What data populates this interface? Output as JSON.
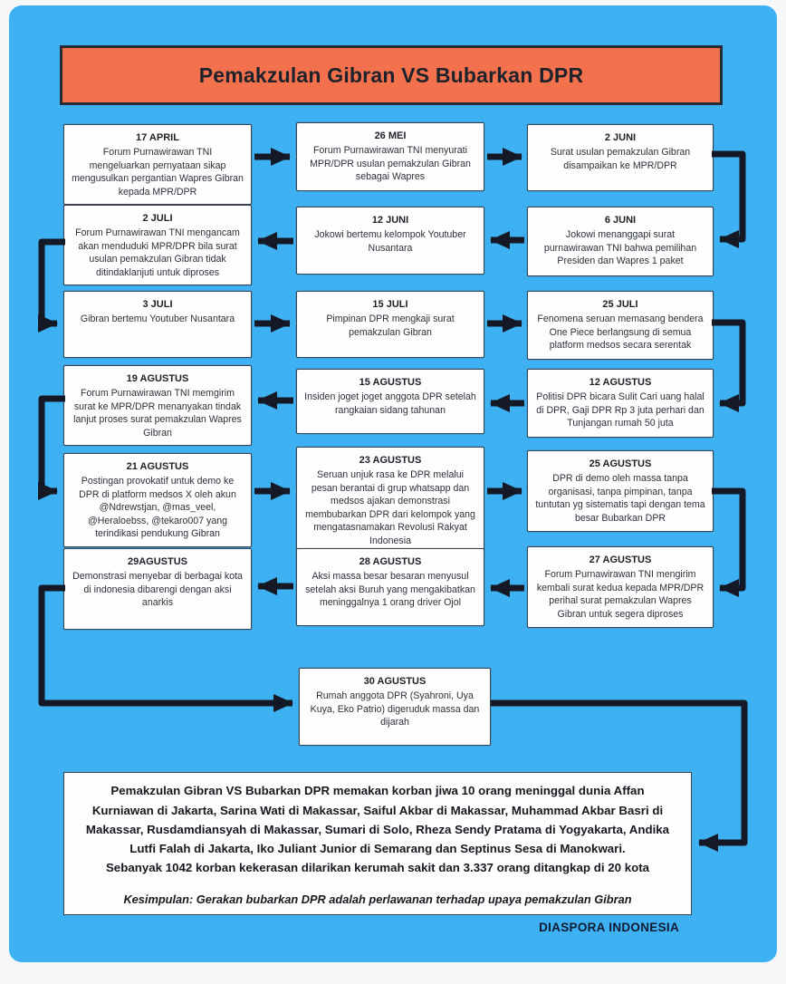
{
  "page": {
    "title": "Pemakzulan Gibran VS Bubarkan DPR",
    "footer": "DIASPORA INDONESIA"
  },
  "colors": {
    "background": "#3eb1f2",
    "banner": "#f3724d",
    "arrow": "#141925",
    "box_border": "#3c4350"
  },
  "timeline": [
    {
      "date": "17 APRIL",
      "text": "Forum Purnawirawan TNI mengeluarkan pernyataan sikap mengusulkan pergantian Wapres Gibran kepada MPR/DPR"
    },
    {
      "date": "26 MEI",
      "text": "Forum Purnawirawan TNI menyurati MPR/DPR usulan pemakzulan Gibran sebagai Wapres"
    },
    {
      "date": "2 JUNI",
      "text": "Surat usulan pemakzulan Gibran disampaikan ke MPR/DPR"
    },
    {
      "date": "6 JUNI",
      "text": "Jokowi menanggapi surat purnawirawan TNI bahwa pemilihan Presiden dan Wapres 1 paket"
    },
    {
      "date": "12 JUNI",
      "text": "Jokowi bertemu kelompok Youtuber Nusantara"
    },
    {
      "date": "2 JULI",
      "text": "Forum Purnawirawan TNI mengancam akan menduduki MPR/DPR bila surat usulan pemakzulan Gibran tidak ditindaklanjuti untuk diproses"
    },
    {
      "date": "3 JULI",
      "text": "Gibran bertemu Youtuber Nusantara"
    },
    {
      "date": "15 JULI",
      "text": "Pimpinan DPR mengkaji surat pemakzulan Gibran"
    },
    {
      "date": "25 JULI",
      "text": "Fenomena seruan memasang bendera One Piece berlangsung di semua platform medsos secara serentak"
    },
    {
      "date": "12 AGUSTUS",
      "text": "Politisi DPR bicara Sulit Cari uang halal di DPR, Gaji DPR Rp 3 juta perhari dan Tunjangan rumah 50 juta"
    },
    {
      "date": "15 AGUSTUS",
      "text": "Insiden joget joget anggota DPR setelah rangkaian sidang tahunan"
    },
    {
      "date": "19 AGUSTUS",
      "text": "Forum Purnawirawan TNI memgirim surat ke MPR/DPR menanyakan tindak lanjut proses surat pemakzulan Wapres Gibran"
    },
    {
      "date": "21 AGUSTUS",
      "text": "Postingan provokatif untuk demo ke DPR di platform medsos X oleh akun @Ndrewstjan, @mas_veel, @Heraloebss, @tekaro007 yang terindikasi pendukung Gibran"
    },
    {
      "date": "23 AGUSTUS",
      "text": "Seruan unjuk rasa ke DPR melalui pesan berantai di grup whatsapp dan medsos ajakan demonstrasi membubarkan DPR dari kelompok yang mengatasnamakan Revolusi Rakyat Indonesia"
    },
    {
      "date": "25 AGUSTUS",
      "text": "DPR di demo oleh massa tanpa organisasi, tanpa pimpinan, tanpa tuntutan yg sistematis tapi dengan tema besar Bubarkan DPR"
    },
    {
      "date": "27 AGUSTUS",
      "text": "Forum Purnawirawan TNI mengirim kembali surat kedua kepada MPR/DPR perihal surat pemakzulan Wapres Gibran untuk segera diproses"
    },
    {
      "date": "28 AGUSTUS",
      "text": "Aksi massa besar besaran menyusul setelah aksi Buruh yang mengakibatkan meninggalnya 1 orang driver Ojol"
    },
    {
      "date": "29AGUSTUS",
      "text": "Demonstrasi menyebar di berbagai kota di indonesia dibarengi dengan aksi anarkis"
    },
    {
      "date": "30 AGUSTUS",
      "text": "Rumah anggota DPR (Syahroni, Uya Kuya, Eko Patrio) digeruduk massa dan dijarah"
    }
  ],
  "summary": {
    "line1": "Pemakzulan Gibran VS Bubarkan DPR memakan korban jiwa 10 orang meninggal dunia Affan Kurniawan di Jakarta, Sarina Wati di Makassar, Saiful Akbar di Makassar, Muhammad Akbar Basri di Makassar, Rusdamdiansyah di Makassar, Sumari di Solo, Rheza Sendy Pratama di Yogyakarta, Andika Lutfi Falah di Jakarta, Iko Juliant Junior di Semarang dan Septinus Sesa di Manokwari.",
    "line2": "Sebanyak 1042 korban kekerasan dilarikan kerumah sakit dan 3.337 orang ditangkap di 20 kota",
    "conclusion": "Kesimpulan: Gerakan bubarkan DPR adalah perlawanan terhadap upaya pemakzulan Gibran"
  }
}
